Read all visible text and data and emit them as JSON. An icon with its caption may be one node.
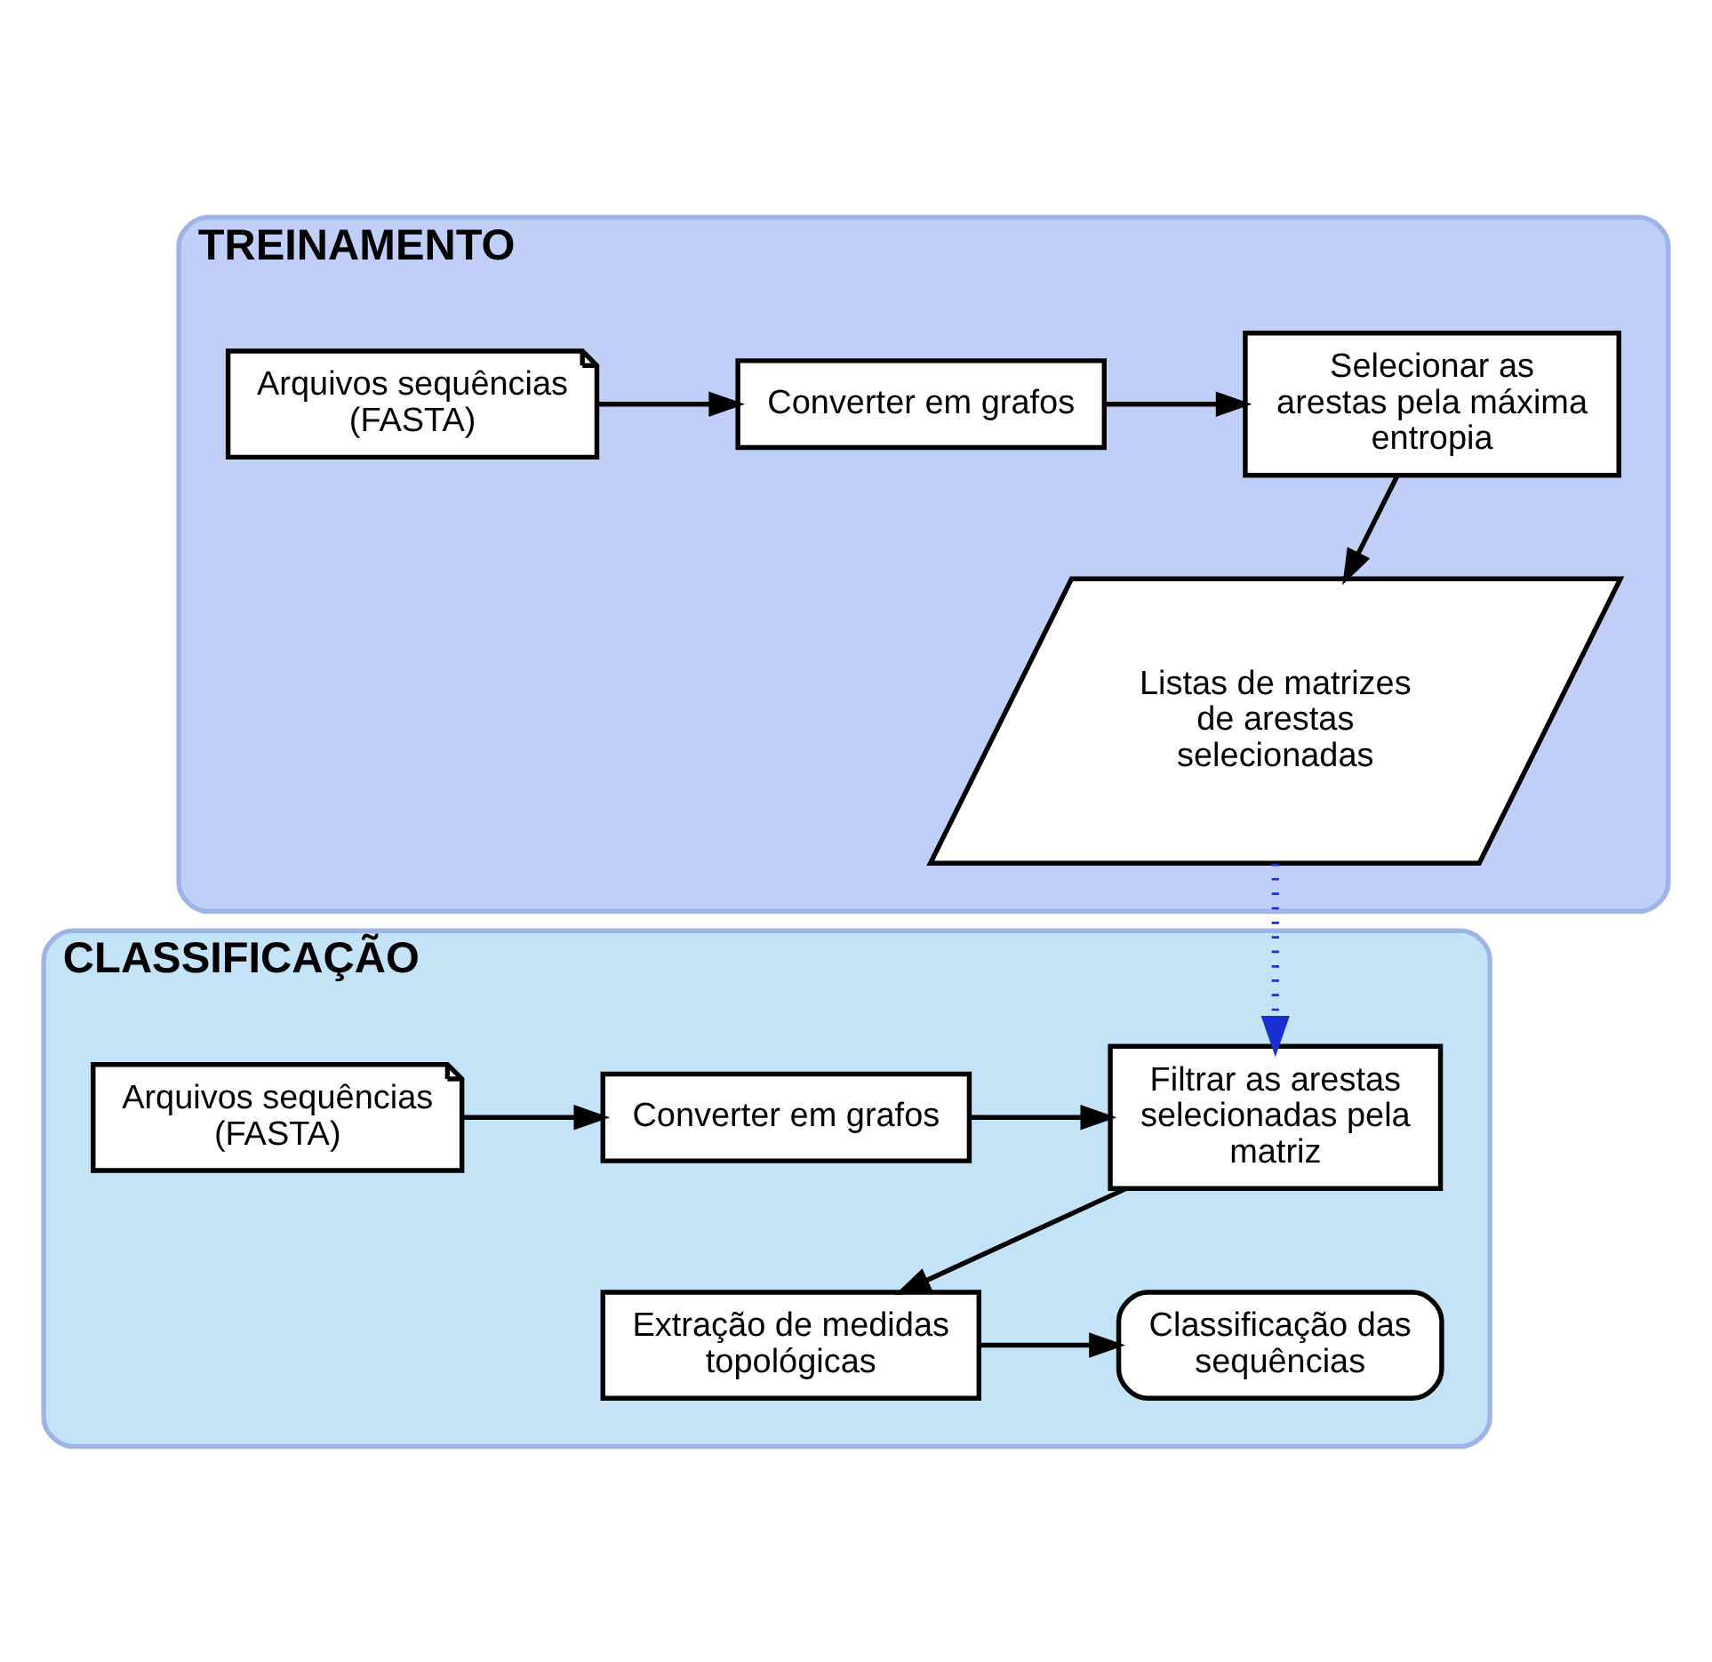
{
  "diagram": {
    "nodes": [
      {
        "text": [
          "TREINAMENTO"
        ]
      },
      {
        "text": [
          "Arquivos sequências (FASTA)"
        ],
        "in": 0
      },
      {
        "text": [
          "Converter em grafos"
        ],
        "in": 0
      },
      {
        "text": [
          "Selecionar as arestas pela máxima entropia"
        ],
        "in": 0
      },
      {
        "text": [
          "Listas de matrizes de arestas selecionadas"
        ],
        "in": 0
      },
      {
        "text": [
          "CLASSIFICAÇÃO"
        ]
      },
      {
        "text": [
          "Arquivos sequências (FASTA)"
        ],
        "in": 5
      },
      {
        "text": [
          "Converter em grafos"
        ],
        "in": 5
      },
      {
        "text": [
          "Filtrar as arestas selecionadas pela matriz"
        ],
        "in": 5
      },
      {
        "text": [
          "Extração de medidas topológicas"
        ],
        "in": 5
      },
      {
        "text": [
          "Classificação das sequências"
        ],
        "in": 5
      }
    ],
    "edges": [
      {
        "from": 1,
        "to": 2,
        "arrow": "to"
      },
      {
        "from": 2,
        "to": 3,
        "arrow": "to"
      },
      {
        "from": 3,
        "to": 4,
        "arrow": "to"
      },
      {
        "from": 4,
        "to": 8,
        "arrow": "to",
        "style": "dashed",
        "color": "#1a2fd0"
      },
      {
        "from": 6,
        "to": 7,
        "arrow": "to"
      },
      {
        "from": 7,
        "to": 8,
        "arrow": "to"
      },
      {
        "from": 8,
        "to": 9,
        "arrow": "to"
      },
      {
        "from": 9,
        "to": 10,
        "arrow": "to"
      }
    ]
  }
}
